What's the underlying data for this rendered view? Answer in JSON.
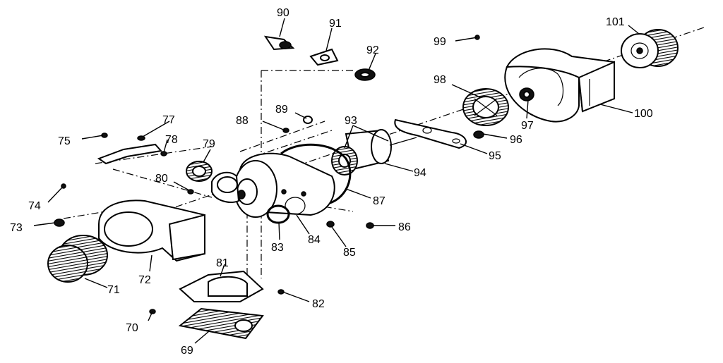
{
  "diagram": {
    "callouts": [
      {
        "id": "c69",
        "text": "69"
      },
      {
        "id": "c70",
        "text": "70"
      },
      {
        "id": "c71",
        "text": "71"
      },
      {
        "id": "c72",
        "text": "72"
      },
      {
        "id": "c73",
        "text": "73"
      },
      {
        "id": "c74",
        "text": "74"
      },
      {
        "id": "c75",
        "text": "75"
      },
      {
        "id": "c77",
        "text": "77"
      },
      {
        "id": "c78",
        "text": "78"
      },
      {
        "id": "c79",
        "text": "79"
      },
      {
        "id": "c80",
        "text": "80"
      },
      {
        "id": "c81",
        "text": "81"
      },
      {
        "id": "c82",
        "text": "82"
      },
      {
        "id": "c83",
        "text": "83"
      },
      {
        "id": "c84",
        "text": "84"
      },
      {
        "id": "c85",
        "text": "85"
      },
      {
        "id": "c86",
        "text": "86"
      },
      {
        "id": "c87",
        "text": "87"
      },
      {
        "id": "c88",
        "text": "88"
      },
      {
        "id": "c89",
        "text": "89"
      },
      {
        "id": "c90",
        "text": "90"
      },
      {
        "id": "c91",
        "text": "91"
      },
      {
        "id": "c92",
        "text": "92"
      },
      {
        "id": "c93",
        "text": "93"
      },
      {
        "id": "c94",
        "text": "94"
      },
      {
        "id": "c95",
        "text": "95"
      },
      {
        "id": "c96",
        "text": "96"
      },
      {
        "id": "c97",
        "text": "97"
      },
      {
        "id": "c98",
        "text": "98"
      },
      {
        "id": "c99",
        "text": "99"
      },
      {
        "id": "c100",
        "text": "100"
      },
      {
        "id": "c101",
        "text": "101"
      }
    ]
  }
}
